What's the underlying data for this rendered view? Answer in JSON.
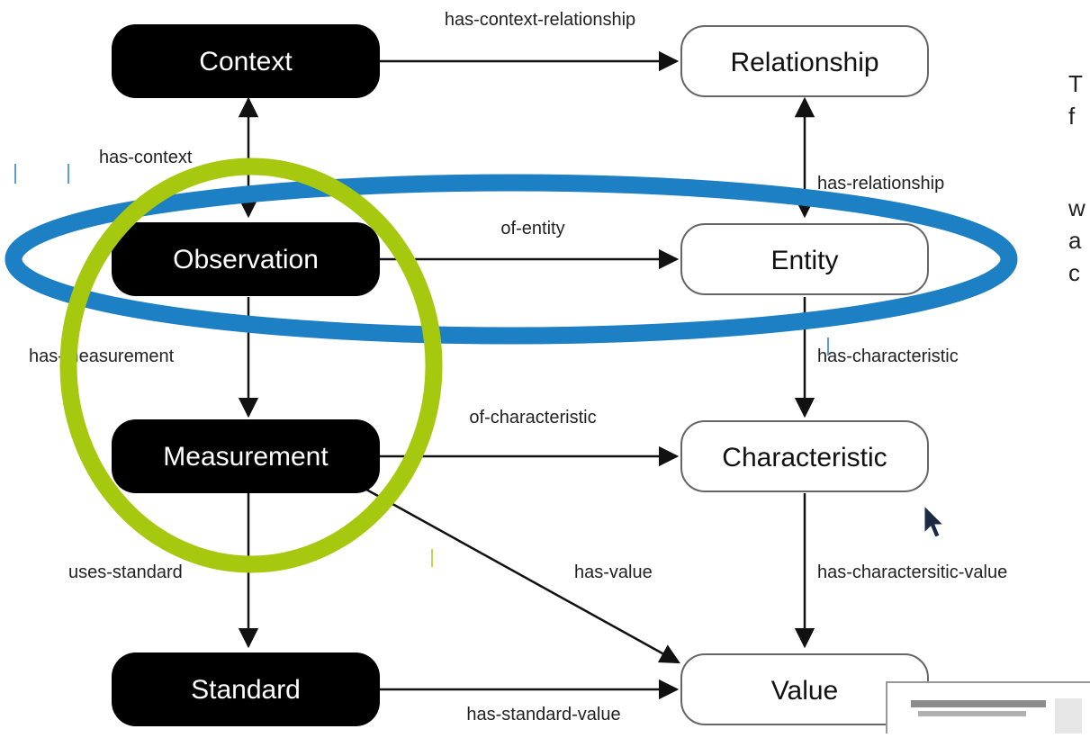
{
  "nodes": {
    "context": "Context",
    "observation": "Observation",
    "measurement": "Measurement",
    "standard": "Standard",
    "relationship": "Relationship",
    "entity": "Entity",
    "characteristic": "Characteristic",
    "value": "Value"
  },
  "edges": {
    "has_context_relationship": "has-context-relationship",
    "has_context": "has-context",
    "has_relationship": "has-relationship",
    "of_entity": "of-entity",
    "has_measurement": "has-measurement",
    "has_characteristic": "has-characteristic",
    "of_characteristic": "of-characteristic",
    "uses_standard": "uses-standard",
    "has_value": "has-value",
    "has_characteristic_value": "has-charactersitic-value",
    "has_standard_value": "has-standard-value"
  },
  "side_text": {
    "line1": "T",
    "line2": "f",
    "line3": "w",
    "line4": "a",
    "line5": "c"
  },
  "colors": {
    "dark_node_fill": "#000000",
    "dark_node_text": "#ffffff",
    "light_node_stroke": "#666666",
    "edge": "#111111",
    "highlight_blue": "#1d7fc4",
    "highlight_green": "#a6c80e"
  }
}
